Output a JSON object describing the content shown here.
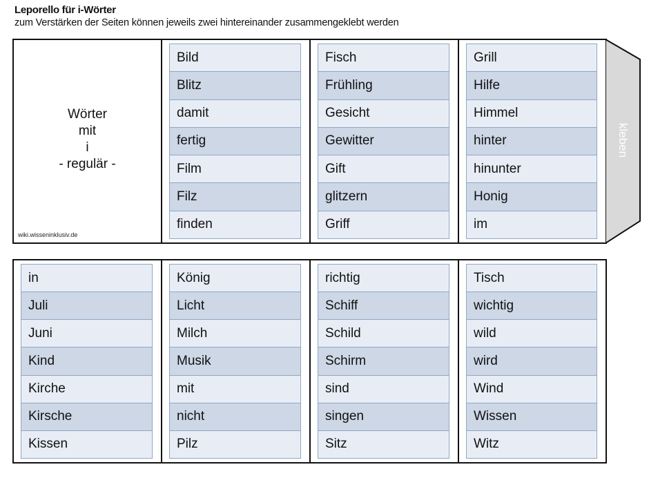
{
  "header": {
    "title": "Leporello für i-Wörter",
    "subtitle": "zum Verstärken der Seiten können jeweils zwei hintereinander zusammengeklebt werden"
  },
  "cover": {
    "line1": "Wörter",
    "line2": "mit",
    "line3": "i",
    "line4": "- regulär -",
    "url": "wiki.wisseninklusiv.de"
  },
  "glue_tab": {
    "label": "kleben",
    "fill_color": "#d9d9d9"
  },
  "colors": {
    "cell_light": "#e8edf5",
    "cell_dark": "#cdd7e6",
    "cell_border": "#8fa7c6",
    "frame": "#111111"
  },
  "top_strip": {
    "columns": [
      [
        "Bild",
        "Blitz",
        "damit",
        "fertig",
        "Film",
        "Filz",
        "finden"
      ],
      [
        "Fisch",
        "Frühling",
        "Gesicht",
        "Gewitter",
        "Gift",
        "glitzern",
        "Griff"
      ],
      [
        "Grill",
        "Hilfe",
        "Himmel",
        "hinter",
        "hinunter",
        "Honig",
        "im"
      ]
    ]
  },
  "bottom_strip": {
    "columns": [
      [
        "in",
        "Juli",
        "Juni",
        "Kind",
        "Kirche",
        "Kirsche",
        "Kissen"
      ],
      [
        "König",
        "Licht",
        "Milch",
        "Musik",
        "mit",
        "nicht",
        "Pilz"
      ],
      [
        "richtig",
        "Schiff",
        "Schild",
        "Schirm",
        "sind",
        "singen",
        "Sitz"
      ],
      [
        "Tisch",
        "wichtig",
        "wild",
        "wird",
        "Wind",
        "Wissen",
        "Witz"
      ]
    ]
  }
}
